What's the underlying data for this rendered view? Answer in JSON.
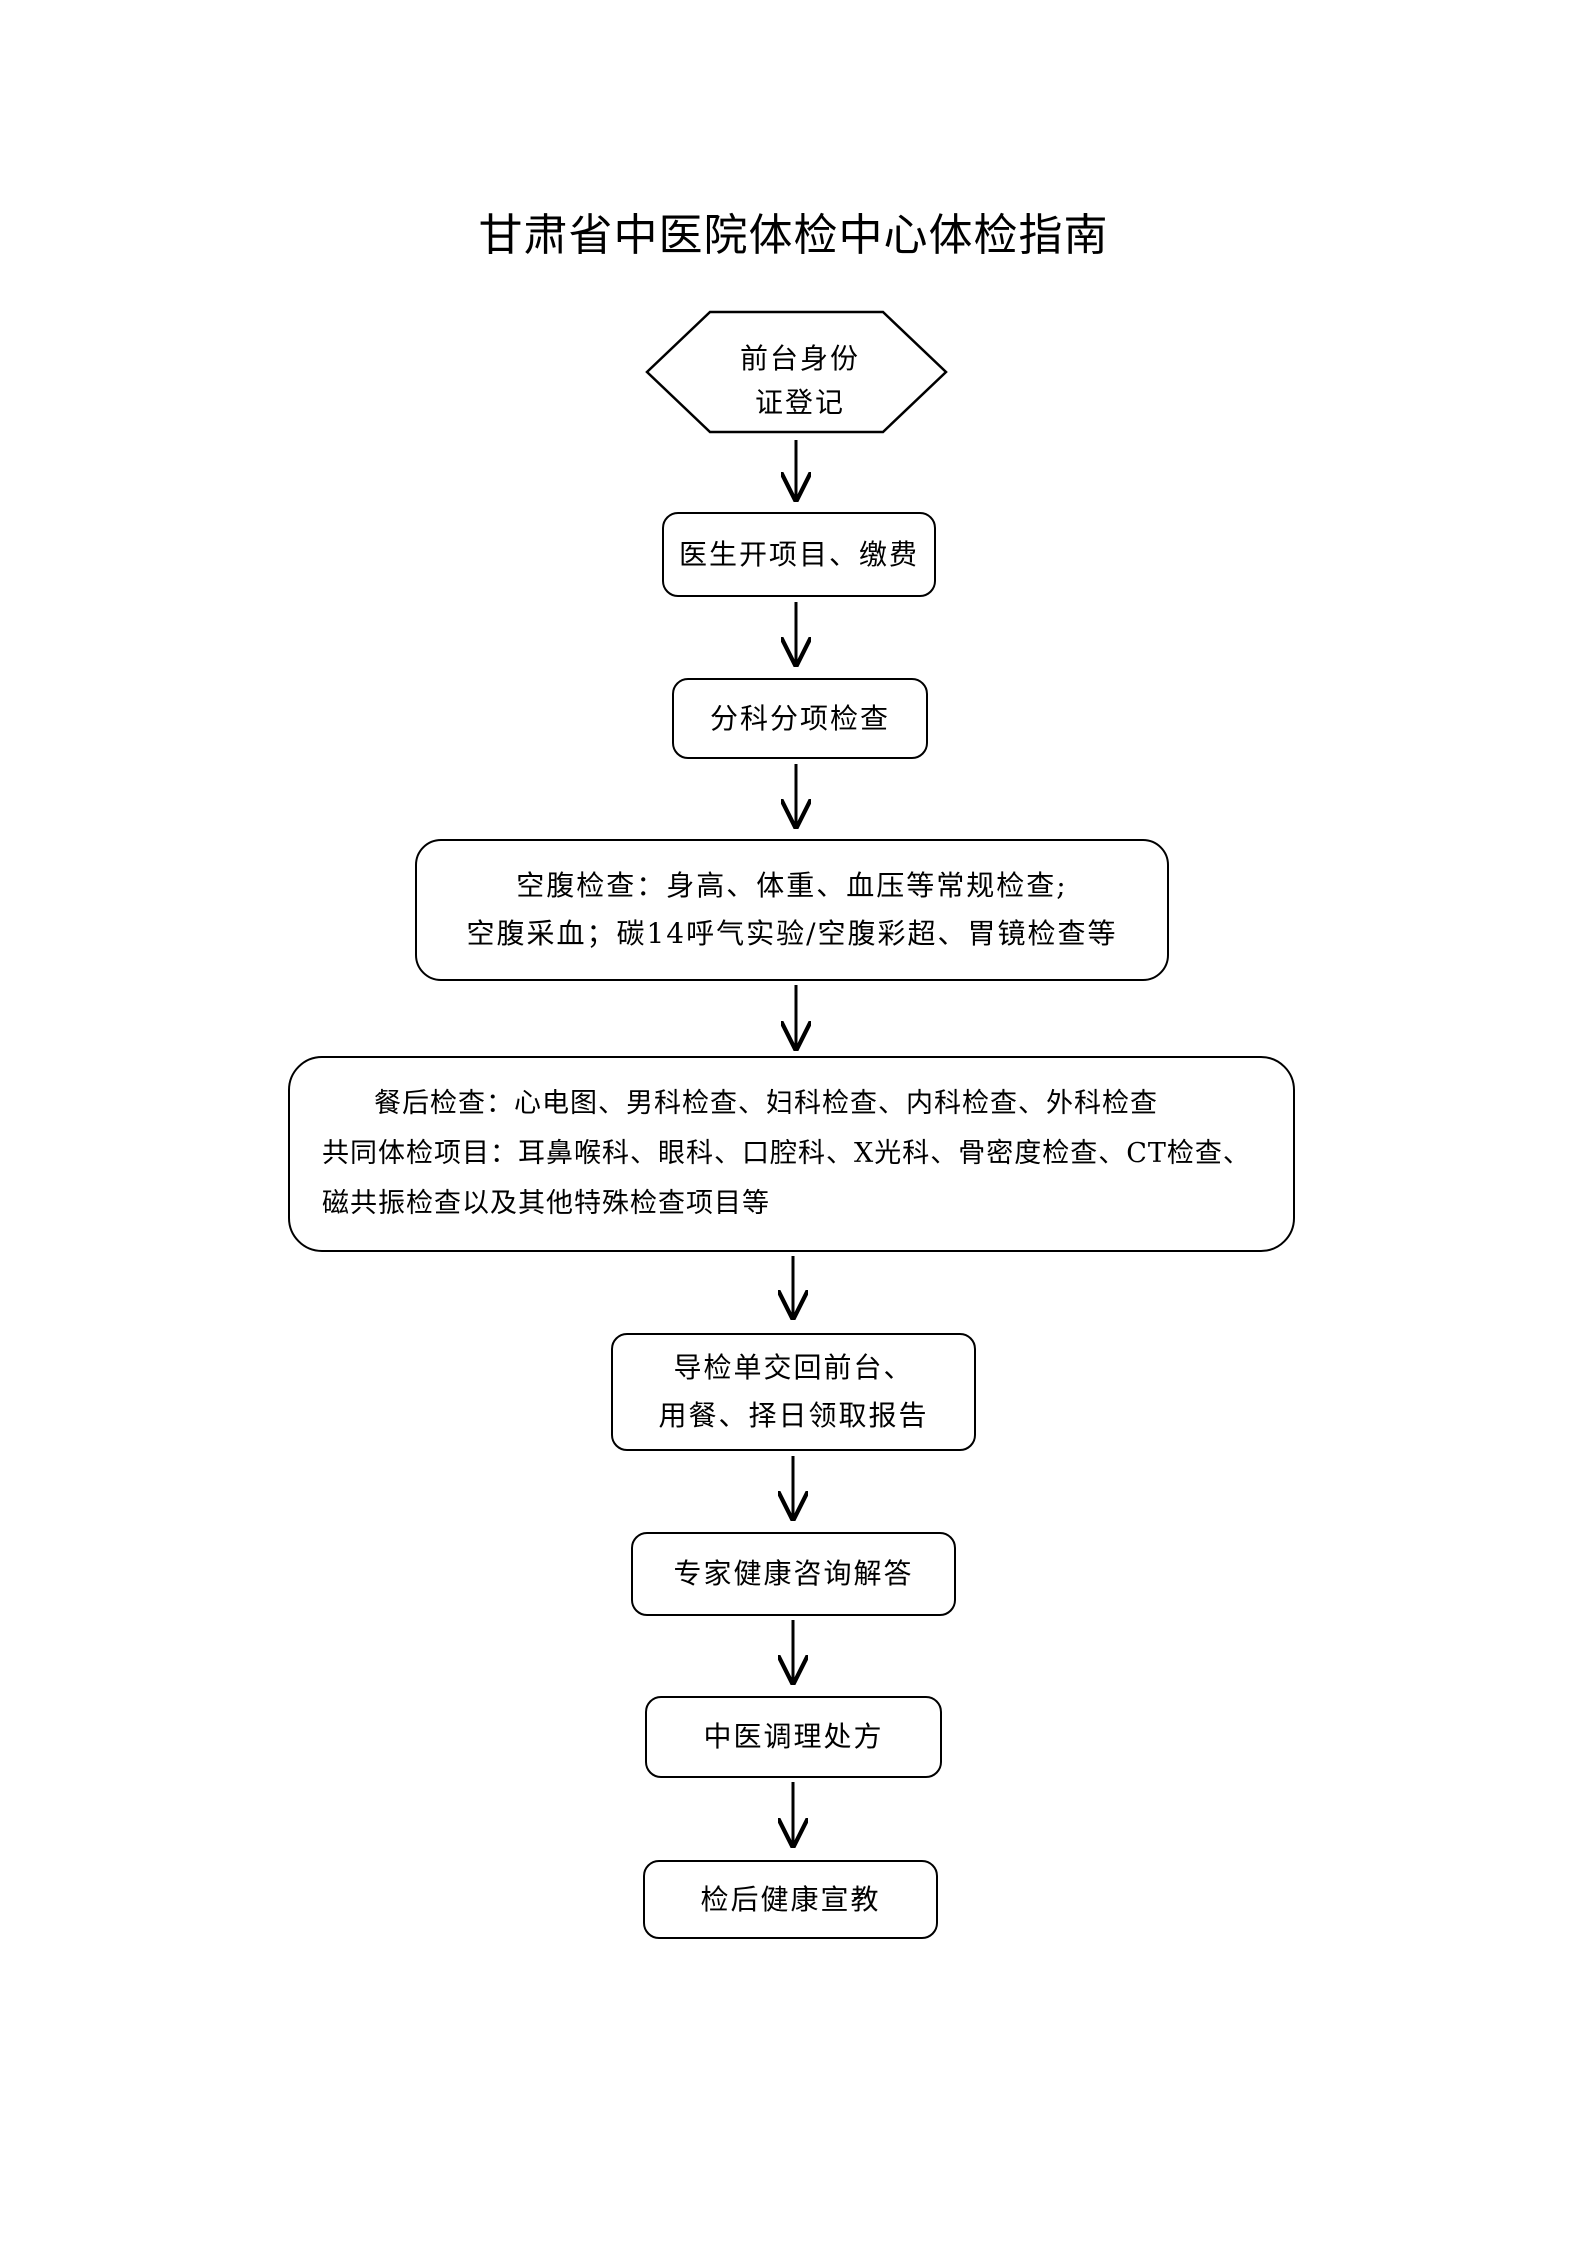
{
  "title": "甘肃省中医院体检中心体检指南",
  "steps": {
    "s1": [
      "前台身份",
      "证登记"
    ],
    "s2": [
      "医生开项目、缴费"
    ],
    "s3": [
      "分科分项检查"
    ],
    "s4": [
      "空腹检查：身高、体重、血压等常规检查;",
      "空腹采血；碳14呼气实验/空腹彩超、胃镜检查等"
    ],
    "s5": [
      "餐后检查：心电图、男科检查、妇科检查、内科检查、外科检查",
      "共同体检项目：耳鼻喉科、眼科、口腔科、X光科、骨密度检查、CT检查、",
      "磁共振检查以及其他特殊检查项目等"
    ],
    "s6": [
      "导检单交回前台、",
      "用餐、择日领取报告"
    ],
    "s7": [
      "专家健康咨询解答"
    ],
    "s8": [
      "中医调理处方"
    ],
    "s9": [
      "检后健康宣教"
    ]
  }
}
